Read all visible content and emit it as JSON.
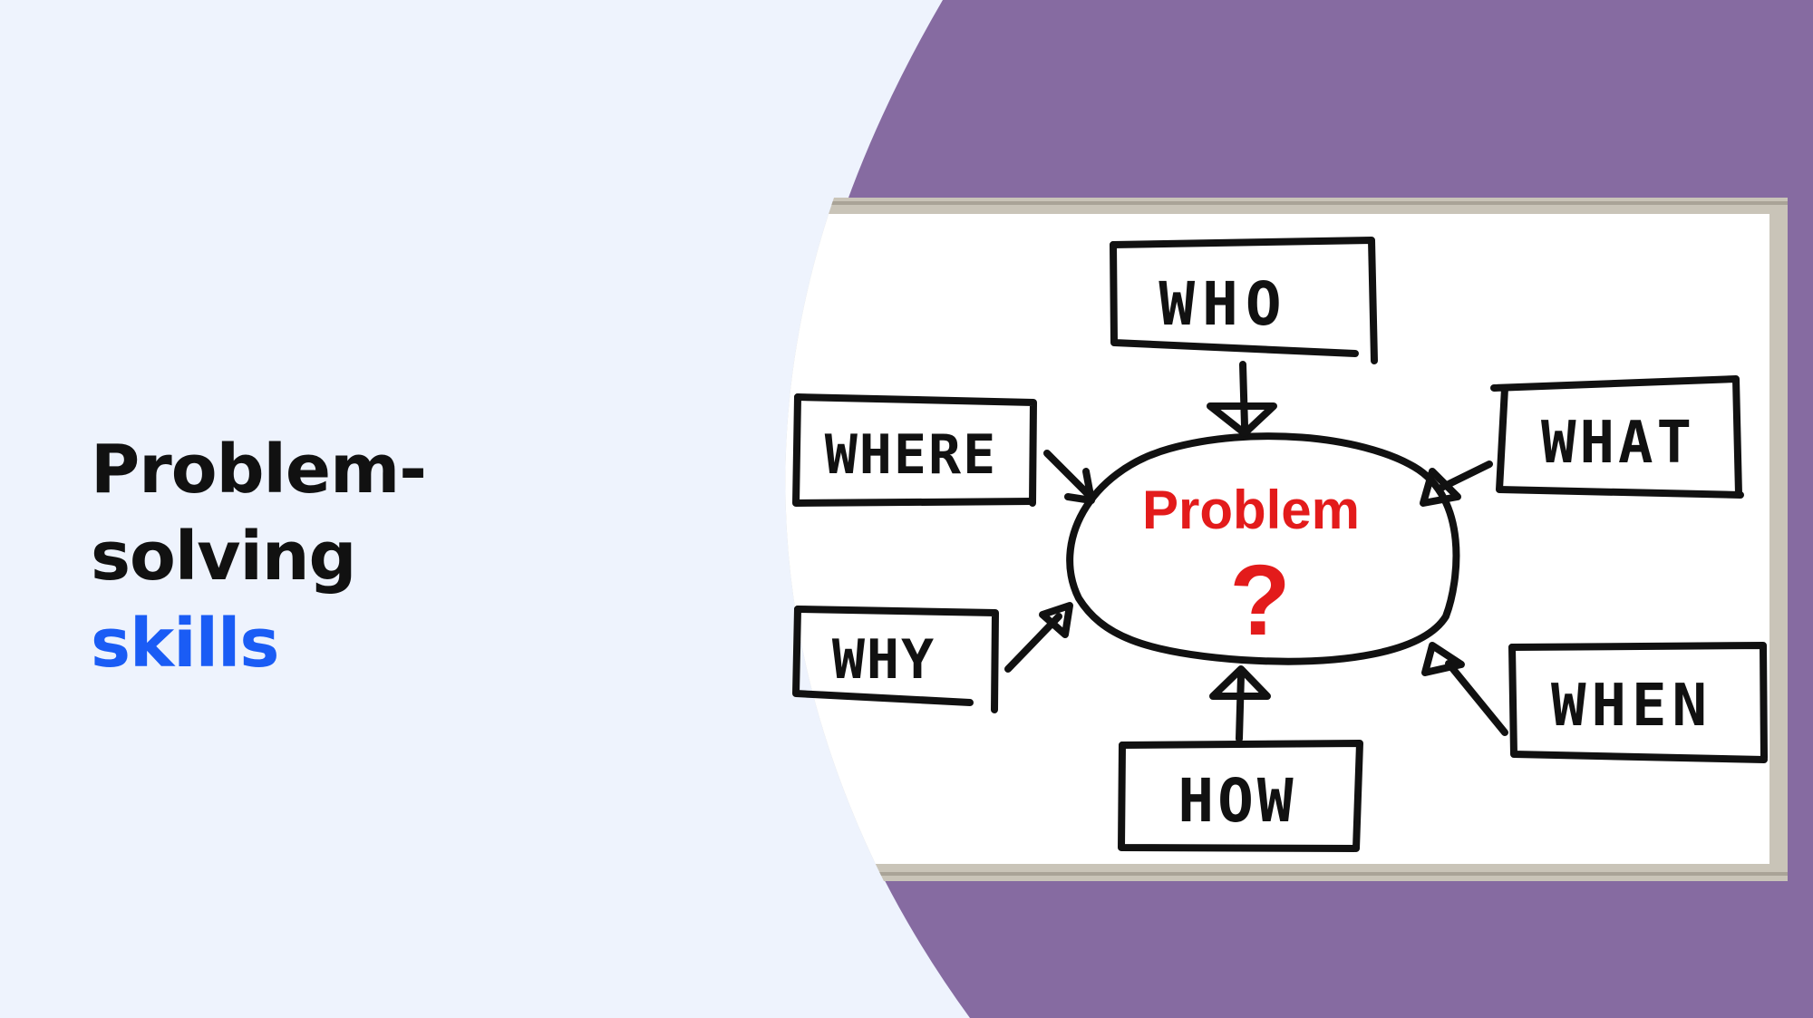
{
  "slide": {
    "title_line1": "Problem-solving",
    "title_line2": "skills"
  },
  "diagram": {
    "center_label": "Problem",
    "center_mark": "?",
    "boxes": {
      "who": "WHO",
      "what": "WHAT",
      "where": "WHERE",
      "why": "WHY",
      "when": "WHEN",
      "how": "HOW"
    }
  },
  "colors": {
    "background": "#eef3fd",
    "purple_panel": "#866ba1",
    "title_black": "#111111",
    "title_accent": "#1a5cf5",
    "center_red": "#e31b1b",
    "board_frame": "#c9c4b8"
  }
}
